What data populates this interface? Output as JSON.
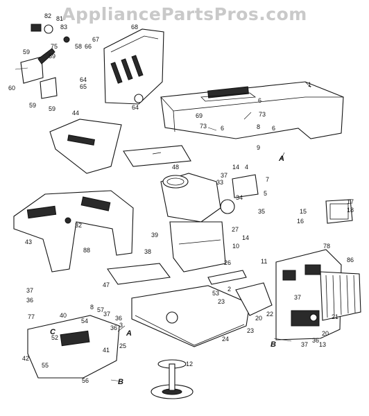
{
  "watermark": "AppliancePartsPros.com",
  "colors": {
    "line": "#111111",
    "watermark": "#c9c9c9",
    "background": "#ffffff"
  },
  "callouts": [
    {
      "id": "82",
      "text": "82"
    },
    {
      "id": "83",
      "text": "83"
    },
    {
      "id": "81",
      "text": "81"
    },
    {
      "id": "58",
      "text": "58"
    },
    {
      "id": "67",
      "text": "67"
    },
    {
      "id": "68",
      "text": "68"
    },
    {
      "id": "66",
      "text": "66"
    },
    {
      "id": "59a",
      "text": "59"
    },
    {
      "id": "75",
      "text": "75"
    },
    {
      "id": "59b",
      "text": "59"
    },
    {
      "id": "60",
      "text": "60"
    },
    {
      "id": "59c",
      "text": "59"
    },
    {
      "id": "59d",
      "text": "59"
    },
    {
      "id": "64a",
      "text": "64"
    },
    {
      "id": "65",
      "text": "65"
    },
    {
      "id": "64b",
      "text": "64"
    },
    {
      "id": "1",
      "text": "1"
    },
    {
      "id": "6a",
      "text": "6"
    },
    {
      "id": "73a",
      "text": "73"
    },
    {
      "id": "69",
      "text": "69"
    },
    {
      "id": "73b",
      "text": "73"
    },
    {
      "id": "6b",
      "text": "6"
    },
    {
      "id": "8",
      "text": "8"
    },
    {
      "id": "6c",
      "text": "6"
    },
    {
      "id": "9",
      "text": "9"
    },
    {
      "id": "A1",
      "text": "A"
    },
    {
      "id": "44",
      "text": "44"
    },
    {
      "id": "48",
      "text": "48"
    },
    {
      "id": "37a",
      "text": "37"
    },
    {
      "id": "14a",
      "text": "14"
    },
    {
      "id": "4",
      "text": "4"
    },
    {
      "id": "33",
      "text": "33"
    },
    {
      "id": "7",
      "text": "7"
    },
    {
      "id": "5",
      "text": "5"
    },
    {
      "id": "34",
      "text": "34"
    },
    {
      "id": "35",
      "text": "35"
    },
    {
      "id": "27",
      "text": "27"
    },
    {
      "id": "14b",
      "text": "14"
    },
    {
      "id": "15",
      "text": "15"
    },
    {
      "id": "17",
      "text": "17"
    },
    {
      "id": "18",
      "text": "18"
    },
    {
      "id": "16",
      "text": "16"
    },
    {
      "id": "32",
      "text": "32"
    },
    {
      "id": "43",
      "text": "43"
    },
    {
      "id": "39",
      "text": "39"
    },
    {
      "id": "10",
      "text": "10"
    },
    {
      "id": "38",
      "text": "38"
    },
    {
      "id": "26",
      "text": "26"
    },
    {
      "id": "88",
      "text": "88"
    },
    {
      "id": "11",
      "text": "11"
    },
    {
      "id": "78",
      "text": "78"
    },
    {
      "id": "86",
      "text": "86"
    },
    {
      "id": "47",
      "text": "47"
    },
    {
      "id": "37b",
      "text": "37"
    },
    {
      "id": "36a",
      "text": "36"
    },
    {
      "id": "53",
      "text": "53"
    },
    {
      "id": "2",
      "text": "2"
    },
    {
      "id": "23a",
      "text": "23"
    },
    {
      "id": "37c",
      "text": "37"
    },
    {
      "id": "22",
      "text": "22"
    },
    {
      "id": "20a",
      "text": "20"
    },
    {
      "id": "21",
      "text": "21"
    },
    {
      "id": "77",
      "text": "77"
    },
    {
      "id": "40",
      "text": "40"
    },
    {
      "id": "8b",
      "text": "8"
    },
    {
      "id": "57",
      "text": "57"
    },
    {
      "id": "36b",
      "text": "36"
    },
    {
      "id": "54",
      "text": "54"
    },
    {
      "id": "37d",
      "text": "37"
    },
    {
      "id": "3",
      "text": "3"
    },
    {
      "id": "C",
      "text": "C"
    },
    {
      "id": "52",
      "text": "52"
    },
    {
      "id": "36c",
      "text": "36"
    },
    {
      "id": "A2",
      "text": "A"
    },
    {
      "id": "25",
      "text": "25"
    },
    {
      "id": "41",
      "text": "41"
    },
    {
      "id": "42",
      "text": "42"
    },
    {
      "id": "55",
      "text": "55"
    },
    {
      "id": "24",
      "text": "24"
    },
    {
      "id": "23b",
      "text": "23"
    },
    {
      "id": "B1",
      "text": "B"
    },
    {
      "id": "37e",
      "text": "37"
    },
    {
      "id": "36d",
      "text": "36"
    },
    {
      "id": "20b",
      "text": "20"
    },
    {
      "id": "13",
      "text": "13"
    },
    {
      "id": "12",
      "text": "12"
    },
    {
      "id": "56",
      "text": "56"
    },
    {
      "id": "B2",
      "text": "B"
    }
  ]
}
